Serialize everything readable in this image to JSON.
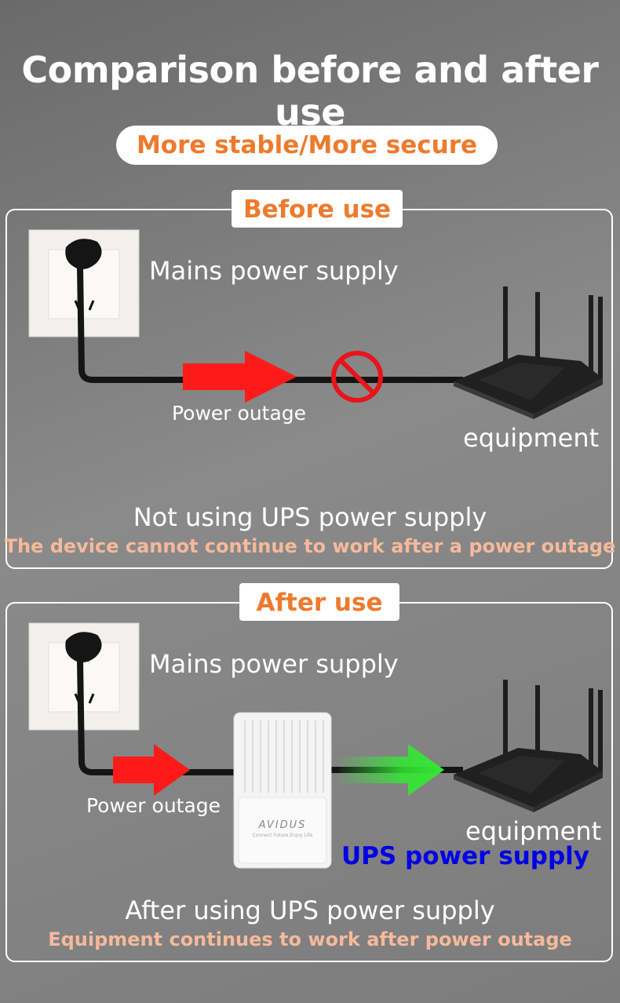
{
  "title": "Comparison before and after use",
  "subtitle": "More stable/More secure",
  "before": {
    "tab": "Before use",
    "source_label": "Mains power supply",
    "arrow_label": "Power outage",
    "device_label": "equipment",
    "summary": "Not using UPS power supply",
    "note": "The device cannot continue to work after a power outage"
  },
  "after": {
    "tab": "After use",
    "source_label": "Mains power supply",
    "arrow_label": "Power outage",
    "device_label": "equipment",
    "ups_label": "UPS power supply",
    "ups_brand": "AVIDUS",
    "ups_tagline": "Connect Future,Enjoy Life",
    "summary": "After using UPS power supply",
    "note": "Equipment continues to work after power outage"
  },
  "colors": {
    "accent": "#ee7a2c",
    "outage_arrow": "#ff1a1a",
    "power_arrow": "#33e833",
    "ups_label": "#0000e6",
    "note": "#f6b99a"
  }
}
